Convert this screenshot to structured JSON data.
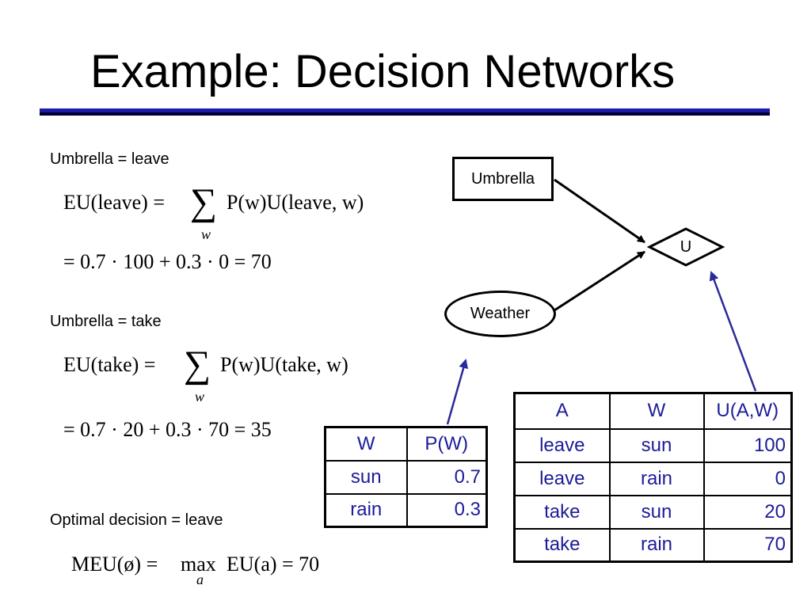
{
  "title": "Example: Decision Networks",
  "sections": {
    "leave_label": "Umbrella = leave",
    "take_label": "Umbrella = take",
    "optimal_label": "Optimal decision = leave"
  },
  "equations": {
    "eu_leave_lhs": "EU(leave) =",
    "eu_leave_rhs": "P(w)U(leave, w)",
    "eu_leave_calc": "= 0.7 · 100 + 0.3 · 0 = 70",
    "eu_take_lhs": "EU(take) =",
    "eu_take_rhs": "P(w)U(take, w)",
    "eu_take_calc": "= 0.7 · 20 + 0.3 · 70 = 35",
    "meu": "MEU(ø) = max EU(a) = 70",
    "meu_lhs": "MEU(ø) =",
    "meu_max": "max",
    "meu_rhs": "EU(a) = 70",
    "sum_symbol": "∑",
    "sum_index": "w",
    "max_index": "a"
  },
  "network": {
    "umbrella": "Umbrella",
    "weather": "Weather",
    "utility": "U"
  },
  "pw_table": {
    "headers": [
      "W",
      "P(W)"
    ],
    "rows": [
      [
        "sun",
        "0.7"
      ],
      [
        "rain",
        "0.3"
      ]
    ]
  },
  "u_table": {
    "headers": [
      "A",
      "W",
      "U(A,W)"
    ],
    "rows": [
      [
        "leave",
        "sun",
        "100"
      ],
      [
        "leave",
        "rain",
        "0"
      ],
      [
        "take",
        "sun",
        "20"
      ],
      [
        "take",
        "rain",
        "70"
      ]
    ]
  },
  "colors": {
    "title_rule": "#1c1ca8",
    "table_text": "#1c1c99",
    "pointer_arrow": "#2a2a9a"
  }
}
